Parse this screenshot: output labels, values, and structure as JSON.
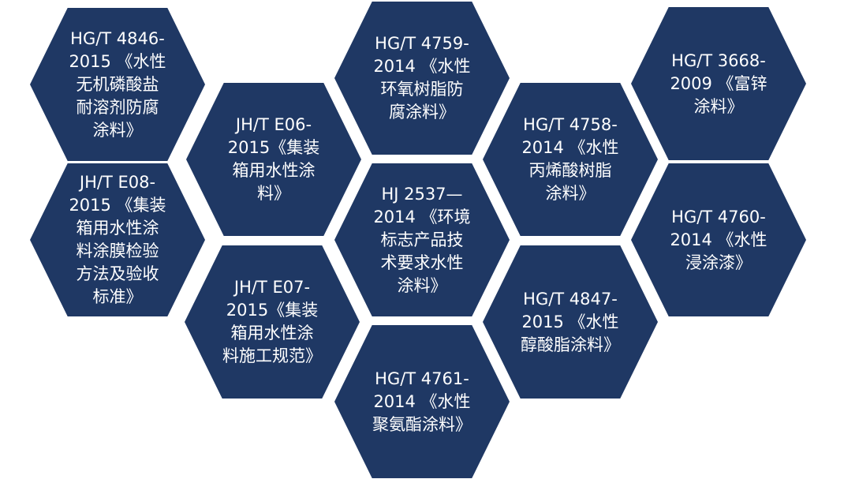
{
  "colors": {
    "hex_fill": "#1f3864",
    "text": "#ffffff"
  },
  "hexagons": [
    {
      "lines": [
        "HG/T 4846-",
        "2015 《水性",
        "无机磷酸盐",
        "耐溶剂防腐",
        "涂料》"
      ]
    },
    {
      "lines": [
        "JH/T E08-",
        "2015 《集装",
        "箱用水性涂",
        "料涂膜检验",
        "方法及验收",
        "标准》"
      ]
    },
    {
      "lines": [
        "JH/T E06-",
        "2015《集装",
        "箱用水性涂",
        "料》"
      ]
    },
    {
      "lines": [
        "JH/T E07-",
        "2015《集装",
        "箱用水性涂",
        "料施工规范》"
      ]
    },
    {
      "lines": [
        "HG/T 4759-",
        "2014 《水性",
        "环氧树脂防",
        "腐涂料》"
      ]
    },
    {
      "lines": [
        "HJ 2537—",
        "2014 《环境",
        "标志产品技",
        "术要求水性",
        "涂料》"
      ]
    },
    {
      "lines": [
        "HG/T 4761-",
        "2014 《水性",
        "聚氨酯涂料》"
      ]
    },
    {
      "lines": [
        "HG/T 4758-",
        "2014 《水性",
        "丙烯酸树脂",
        "涂料》"
      ]
    },
    {
      "lines": [
        "HG/T 4847-",
        "2015 《水性",
        "醇酸脂涂料》"
      ]
    },
    {
      "lines": [
        "HG/T 3668-",
        "2009 《富锌",
        "涂料》"
      ]
    },
    {
      "lines": [
        "HG/T 4760-",
        "2014 《水性",
        "浸涂漆》"
      ]
    }
  ]
}
